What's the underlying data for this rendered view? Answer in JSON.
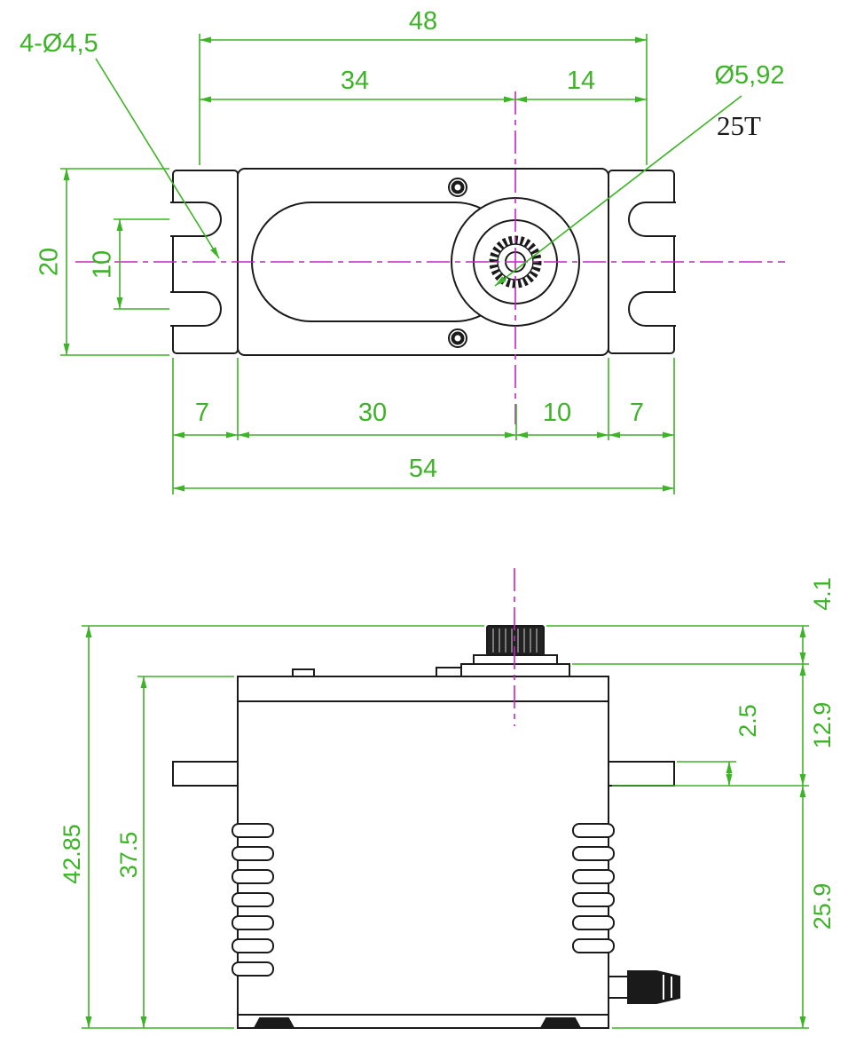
{
  "drawing": {
    "type": "servo motor dimensional drawing",
    "views": [
      "top view",
      "side view"
    ]
  },
  "colors": {
    "dimension_green": "#3db327",
    "centerline_magenta": "#c326c3",
    "outline_black": "#1a1a1a",
    "background": "#ffffff"
  },
  "top_view": {
    "slot_span": "48",
    "slot_to_shaft": "34",
    "shaft_to_slot": "14",
    "mount_holes": "4-Ø4,5",
    "shaft_diameter": "Ø5,92",
    "spline_teeth": "25T",
    "body_height": "20",
    "slot_spacing": "10",
    "left_tab_width": "7",
    "body_left_to_shaft": "30",
    "shaft_to_body_right": "10",
    "right_tab_width": "7",
    "overall_width": "54"
  },
  "side_view": {
    "overall_height": "42.85",
    "case_height": "37.5",
    "spline_height": "4.1",
    "spline_to_flange": "12.9",
    "flange_thickness": "2.5",
    "flange_to_bottom": "25.9"
  }
}
